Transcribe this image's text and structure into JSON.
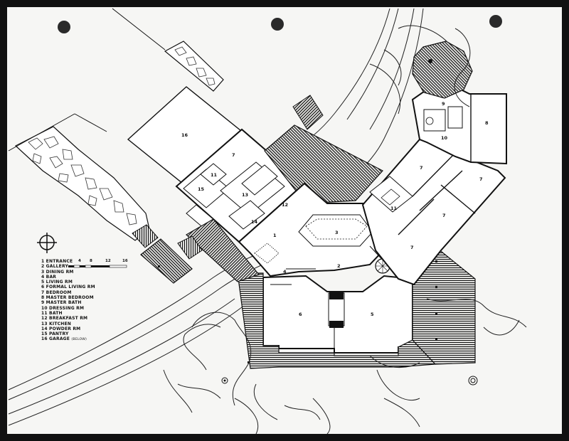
{
  "legend": {
    "items": [
      {
        "num": "1",
        "name": "ENTRANCE",
        "note": ""
      },
      {
        "num": "2",
        "name": "GALLERY",
        "note": ""
      },
      {
        "num": "3",
        "name": "DINING RM",
        "note": ""
      },
      {
        "num": "4",
        "name": "BAR",
        "note": ""
      },
      {
        "num": "5",
        "name": "LIVING RM",
        "note": ""
      },
      {
        "num": "6",
        "name": "FORMAL LIVING RM",
        "note": ""
      },
      {
        "num": "7",
        "name": "BEDROOM",
        "note": ""
      },
      {
        "num": "8",
        "name": "MASTER BEDROOM",
        "note": ""
      },
      {
        "num": "9",
        "name": "MASTER BATH",
        "note": ""
      },
      {
        "num": "10",
        "name": "DRESSING RM",
        "note": ""
      },
      {
        "num": "11",
        "name": "BATH",
        "note": ""
      },
      {
        "num": "12",
        "name": "BREAKFAST RM",
        "note": ""
      },
      {
        "num": "13",
        "name": "KITCHEN",
        "note": ""
      },
      {
        "num": "14",
        "name": "POWDER RM",
        "note": ""
      },
      {
        "num": "15",
        "name": "PANTRY",
        "note": ""
      },
      {
        "num": "16",
        "name": "GARAGE",
        "note": "(BELOW)"
      }
    ]
  },
  "scale": {
    "ticks": [
      "4",
      "8",
      "12",
      "16"
    ]
  },
  "rooms": [
    {
      "id": "garage",
      "label": "16"
    },
    {
      "id": "bedroom-nw",
      "label": "7"
    },
    {
      "id": "bath-nw",
      "label": "11"
    },
    {
      "id": "pantry",
      "label": "15"
    },
    {
      "id": "kitchen",
      "label": "13"
    },
    {
      "id": "breakfast",
      "label": "12"
    },
    {
      "id": "powder",
      "label": "14"
    },
    {
      "id": "entrance",
      "label": "1"
    },
    {
      "id": "dining",
      "label": "3"
    },
    {
      "id": "gallery",
      "label": "2"
    },
    {
      "id": "bar",
      "label": "4"
    },
    {
      "id": "formal-living",
      "label": "6"
    },
    {
      "id": "living",
      "label": "5"
    },
    {
      "id": "bath-ne",
      "label": "11"
    },
    {
      "id": "bedroom-ne1",
      "label": "7"
    },
    {
      "id": "bedroom-ne2",
      "label": "7"
    },
    {
      "id": "bedroom-ne3",
      "label": "7"
    },
    {
      "id": "bedroom-e",
      "label": "7"
    },
    {
      "id": "master-bedroom",
      "label": "8"
    },
    {
      "id": "master-bath",
      "label": "9"
    },
    {
      "id": "dressing",
      "label": "10"
    }
  ]
}
